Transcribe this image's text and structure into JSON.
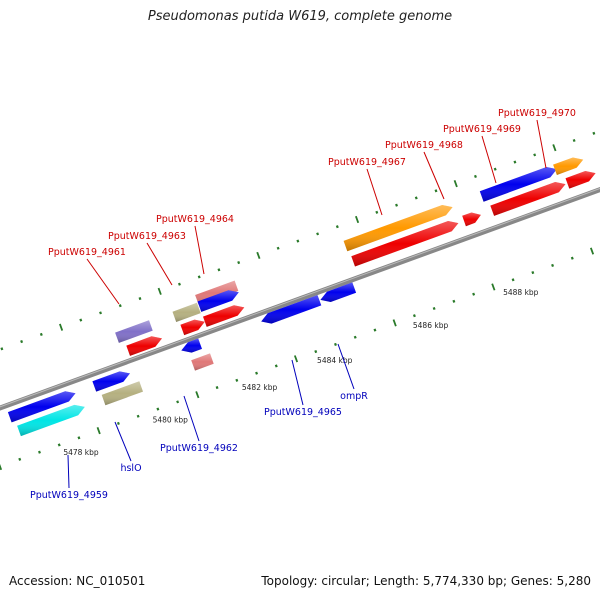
{
  "title": "Pseudomonas putida W619, complete genome",
  "accession": "Accession: NC_010501",
  "stats": "Topology: circular; Length: 5,774,330 bp; Genes: 5,280",
  "colors": {
    "backbone": "#888888",
    "tick": "#2a7a2a",
    "top_label": "#cc0000",
    "bottom_label": "#0000bb",
    "blue": "#0000ee",
    "red": "#ee0000",
    "orange": "#ff9900",
    "cyan": "#00e5e5",
    "khaki": "#b5b080",
    "lavender": "#8070c8",
    "pink": "#e07878"
  },
  "scale_labels": [
    "5478 kbp",
    "5480 kbp",
    "5482 kbp",
    "5484 kbp",
    "5486 kbp",
    "5488 kbp"
  ],
  "top_labels": [
    "PputW619_4961",
    "PputW619_4963",
    "PputW619_4964",
    "PputW619_4967",
    "PputW619_4968",
    "PputW619_4969",
    "PputW619_4970"
  ],
  "bottom_labels": [
    "PputW619_4959",
    "hslO",
    "PputW619_4962",
    "PputW619_4965",
    "ompR"
  ]
}
